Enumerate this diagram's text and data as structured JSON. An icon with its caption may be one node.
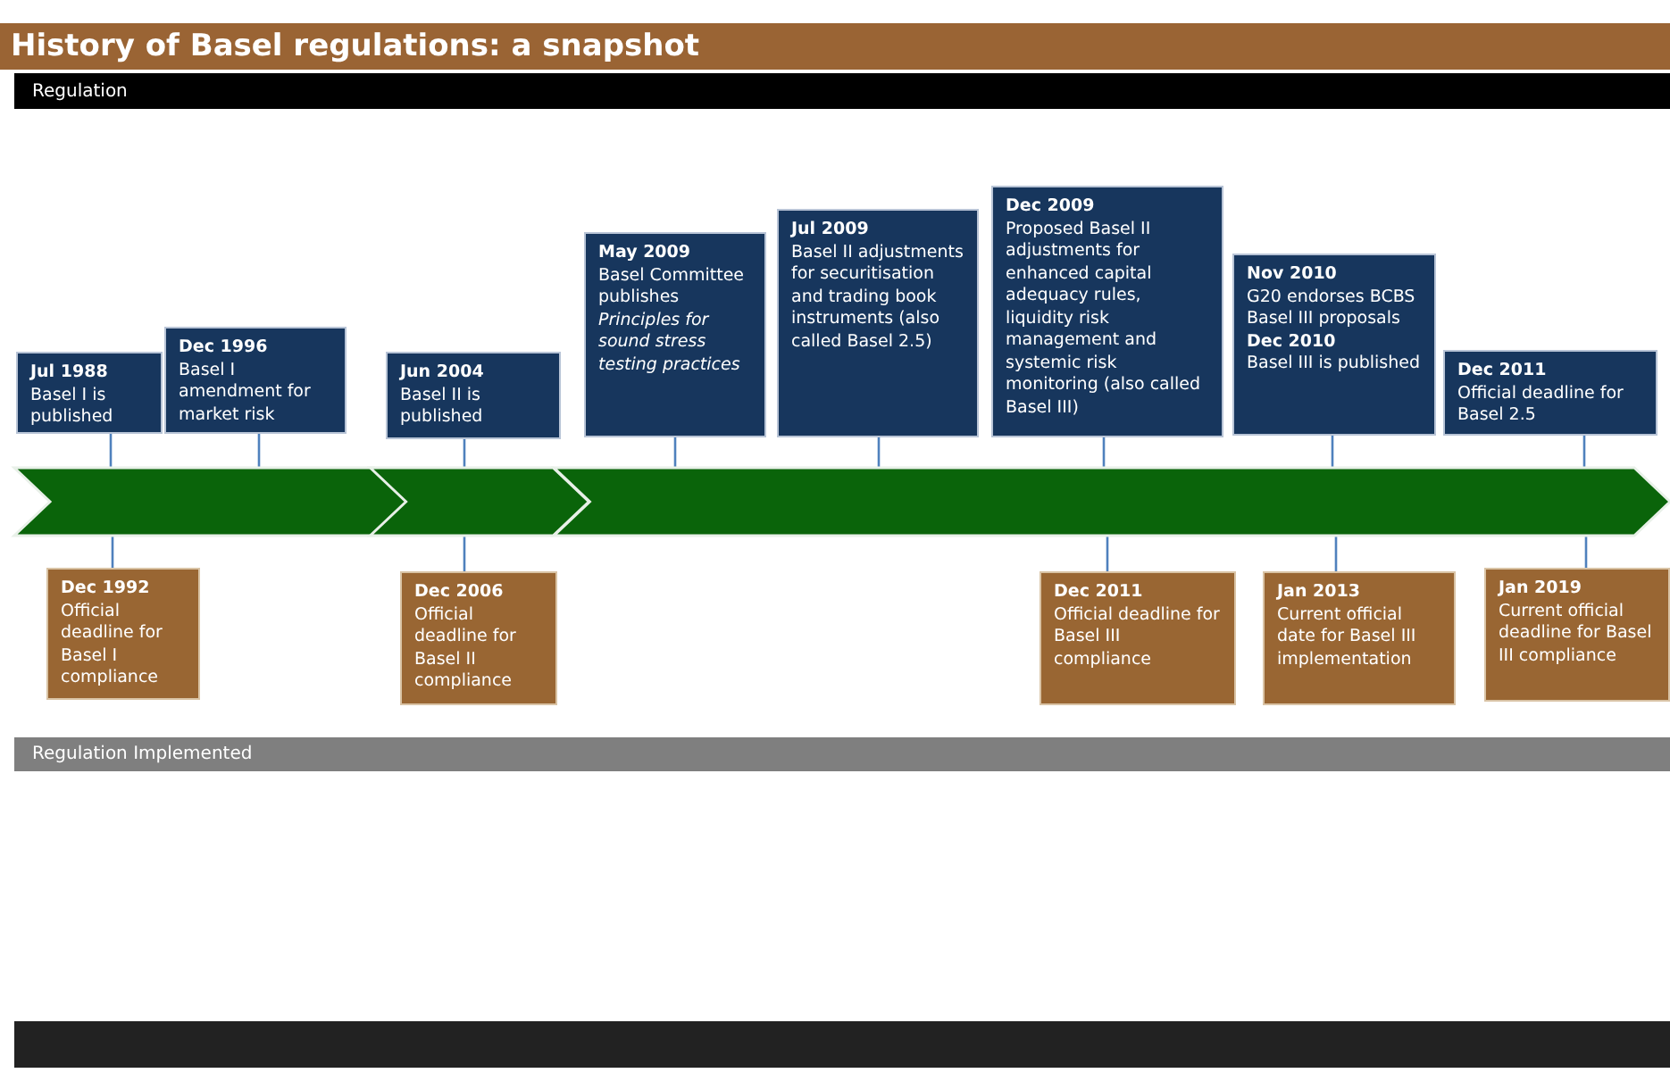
{
  "diagram": {
    "title": "History of Basel regulations: a snapshot",
    "nodes": [
      {
        "text": [
          "Jul 1988",
          "Basel I is published"
        ]
      },
      {
        "text": [
          "Dec 1996",
          "Basel I amendment for market risk"
        ]
      },
      {
        "text": [
          "Jun 2004",
          "Basel II is published"
        ]
      },
      {
        "text": [
          "May 2009",
          "Basel Committee publishes *Principles for sound stress testing practices*"
        ]
      },
      {
        "text": [
          "Jul 2009",
          "Basel II adjustments for securitisation and trading book instruments (also called Basel 2.5)"
        ]
      },
      {
        "text": [
          "Dec 2009",
          "Proposed Basel II adjustments for enhanced capital adequacy rules, liquidity risk management and systemic risk monitoring (also called Basel III)"
        ]
      },
      {
        "text": [
          "Nov 2010",
          "G20 endorses BCBS Basel III proposals",
          "Dec 2010",
          "Basel III is published"
        ]
      },
      {
        "text": [
          "Dec 2011",
          "Official deadline for Basel 2.5"
        ]
      },
      {
        "text": [],
        "shape": "arrow"
      },
      {
        "text": [
          "Dec 1992",
          "Official deadline for Basel I compliance"
        ]
      },
      {
        "text": [
          "Dec 2006",
          "Official deadline for Basel II compliance"
        ]
      },
      {
        "text": [
          "Dec 2011",
          "Official deadline for Basel III compliance"
        ]
      },
      {
        "text": [
          "Jan 2013",
          "Current official date for Basel III implementation"
        ]
      },
      {
        "text": [
          "Jan 2019",
          "Current official deadline for Basel III compliance"
        ]
      }
    ],
    "edges": [
      {
        "from": 0,
        "to": 8,
        "arrow": "none"
      },
      {
        "from": 1,
        "to": 8,
        "arrow": "none"
      },
      {
        "from": 2,
        "to": 8,
        "arrow": "none"
      },
      {
        "from": 3,
        "to": 8,
        "arrow": "none"
      },
      {
        "from": 4,
        "to": 8,
        "arrow": "none"
      },
      {
        "from": 5,
        "to": 8,
        "arrow": "none"
      },
      {
        "from": 6,
        "to": 8,
        "arrow": "none"
      },
      {
        "from": 7,
        "to": 8,
        "arrow": "none"
      },
      {
        "from": 9,
        "to": 8,
        "arrow": "none"
      },
      {
        "from": 10,
        "to": 8,
        "arrow": "none"
      },
      {
        "from": 11,
        "to": 8,
        "arrow": "none"
      },
      {
        "from": 12,
        "to": 8,
        "arrow": "none"
      },
      {
        "from": 13,
        "to": 8,
        "arrow": "none"
      }
    ],
    "labels": [
      "Regulation",
      "Regulation Implemented"
    ]
  }
}
